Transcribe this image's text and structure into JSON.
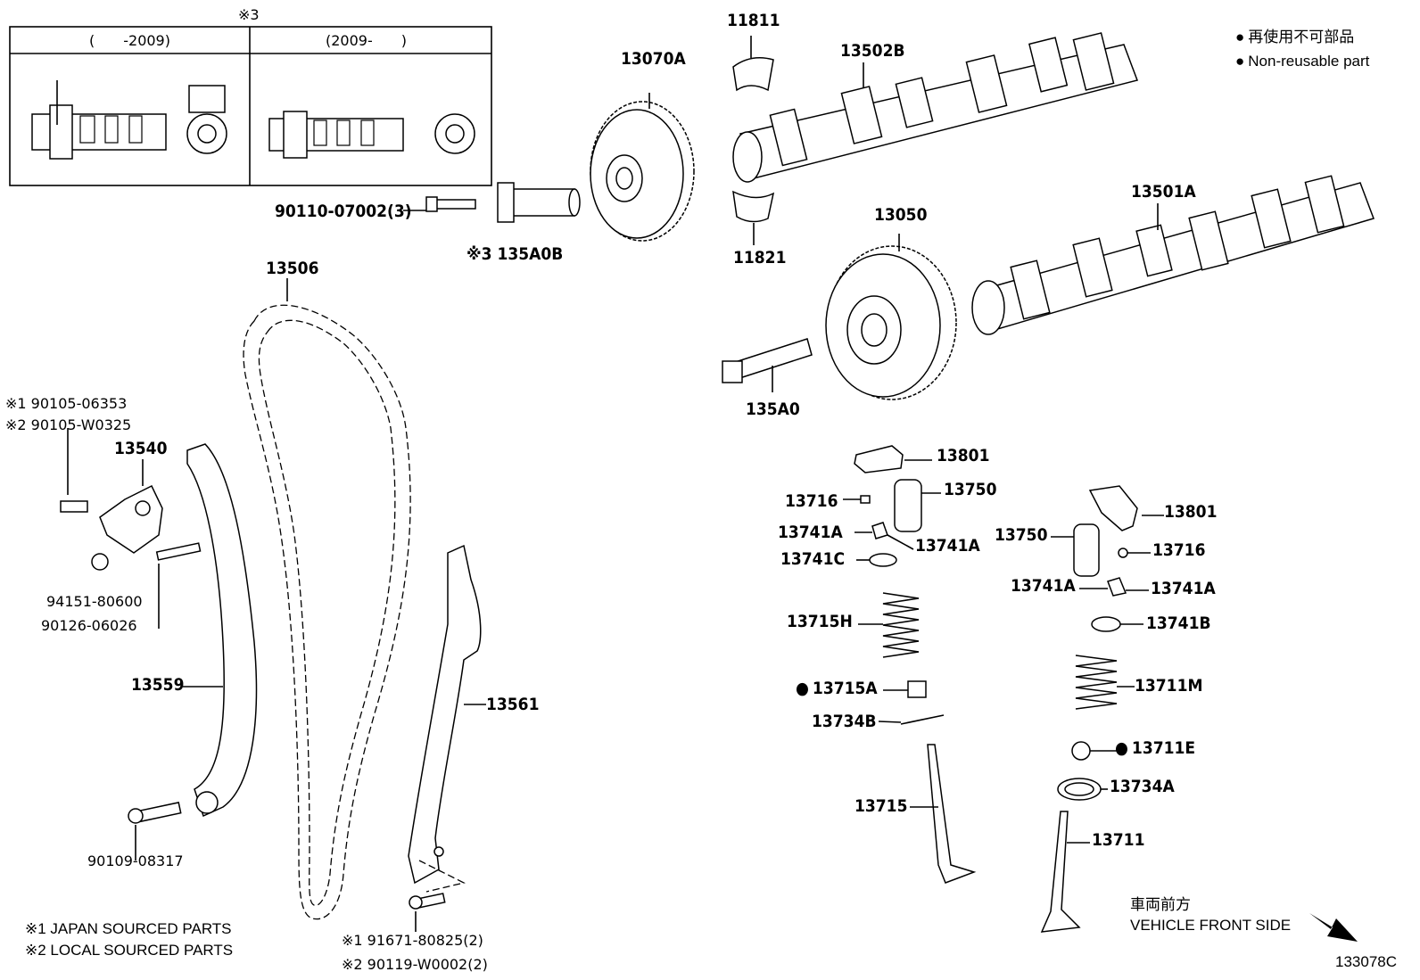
{
  "inset": {
    "ref_mark": "※3",
    "col_left": "(　　-2009)",
    "col_right": "(2009-　　)"
  },
  "legend": {
    "jp": "再使用不可部品",
    "en": "Non-reusable part"
  },
  "labels": {
    "p90110": "90110-07002(3)",
    "p135A0B": "※3 135A0B",
    "p13070A": "13070A",
    "p11811": "11811",
    "p13502B": "13502B",
    "p11821": "11821",
    "p13050": "13050",
    "p13501A": "13501A",
    "p135A0": "135A0",
    "p13506": "13506",
    "p90105a": "※1 90105-06353",
    "p90105b": "※2 90105-W0325",
    "p13540": "13540",
    "p94151": "94151-80600",
    "p90126": "90126-06026",
    "p13559": "13559",
    "p13561": "13561",
    "p90109": "90109-08317",
    "p91671": "※1 91671-80825(2)",
    "p90119": "※2 90119-W0002(2)",
    "p13801a": "13801",
    "p13716a": "13716",
    "p13750a": "13750",
    "p13741A_1": "13741A",
    "p13741A_2": "13741A",
    "p13741C": "13741C",
    "p13715H": "13715H",
    "p13715A": "13715A",
    "p13734B": "13734B",
    "p13715": "13715",
    "p13801b": "13801",
    "p13750b": "13750",
    "p13716b": "13716",
    "p13741A_3": "13741A",
    "p13741A_4": "13741A",
    "p13741B": "13741B",
    "p13711M": "13711M",
    "p13711E": "13711E",
    "p13734A": "13734A",
    "p13711": "13711"
  },
  "footnotes": {
    "n1": "※1 JAPAN SOURCED PARTS",
    "n2": "※2 LOCAL SOURCED PARTS"
  },
  "front": {
    "jp": "車両前方",
    "en": "VEHICLE FRONT SIDE"
  },
  "diagram_id": "133078C"
}
